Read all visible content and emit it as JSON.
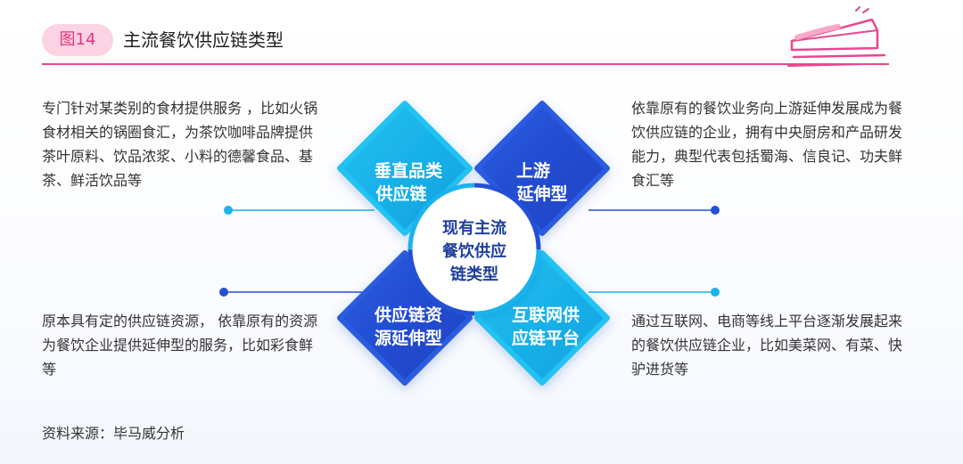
{
  "header": {
    "figure_label": "图14",
    "title": "主流餐饮供应链类型"
  },
  "center": {
    "lines": [
      "现有主流",
      "餐饮供应",
      "链类型"
    ]
  },
  "quadrants": [
    {
      "position": "top-left",
      "label_lines": [
        "垂直品类",
        "供应链"
      ],
      "color": "#1bb3ec",
      "description": "专门针对某类别的食材提供服务 ，比如火锅食材相关的锅圈食汇，为茶饮咖啡品牌提供茶叶原料、饮品浓浆、小料的德馨食品、基茶、鲜活饮品等"
    },
    {
      "position": "top-right",
      "label_lines": [
        "上游",
        "延伸型"
      ],
      "color": "#2450d6",
      "description": "依靠原有的餐饮业务向上游延伸发展成为餐饮供应链的企业，拥有中央厨房和产品研发能力，典型代表包括蜀海、信良记、功夫鲜食汇等"
    },
    {
      "position": "bottom-left",
      "label_lines": [
        "供应链资",
        "源延伸型"
      ],
      "color": "#2450d6",
      "description": "原本具有定的供应链资源， 依靠原有的资源为餐饮企业提供延伸型的服务，比如彩食鲜等"
    },
    {
      "position": "bottom-right",
      "label_lines": [
        "互联网供",
        "应链平台"
      ],
      "color": "#1bb3ec",
      "description": "通过互联网、电商等线上平台逐渐发展起来的餐饮供应链企业，比如美菜网、有菜、快驴进货等"
    }
  ],
  "source": "资料来源：毕马威分析",
  "colors": {
    "accent_pink": "#e8488e",
    "badge_bg": "#fbd3e3",
    "light_blue": "#1bb3ec",
    "dark_blue": "#2450d6"
  }
}
